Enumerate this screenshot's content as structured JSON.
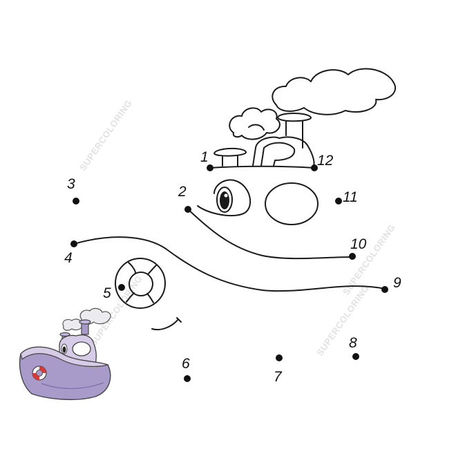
{
  "watermark": "SUPERCOLORING",
  "dots": [
    {
      "n": "1"
    },
    {
      "n": "2"
    },
    {
      "n": "3"
    },
    {
      "n": "4"
    },
    {
      "n": "5"
    },
    {
      "n": "6"
    },
    {
      "n": "7"
    },
    {
      "n": "8"
    },
    {
      "n": "9"
    },
    {
      "n": "10"
    },
    {
      "n": "11"
    },
    {
      "n": "12"
    }
  ],
  "colors": {
    "ink": "#1a1a1a",
    "hull": "#a99bc9",
    "cabin": "#d6cce8",
    "life_ring": "#d83a3a",
    "smoke": "#ecebf0",
    "window": "#ffffff"
  },
  "icons": [
    "cloud-icon",
    "life-ring-icon",
    "ship-icon"
  ]
}
